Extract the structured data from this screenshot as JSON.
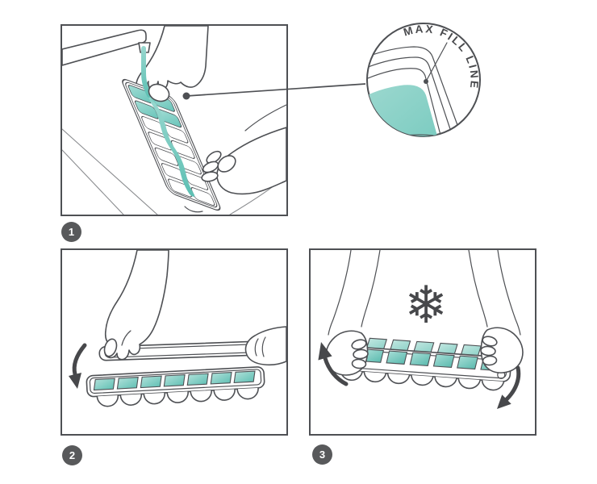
{
  "colors": {
    "line": "#4e5054",
    "line_soft": "#8a8c8f",
    "ink": "#47484b",
    "teal": "#7ccbc1",
    "teal_light": "#bce5df",
    "teal_dark": "#55b7ab",
    "badge_bg": "#58595b",
    "badge_text": "#ffffff",
    "panel_bg": "#ffffff"
  },
  "callout": {
    "label": "MAX FILL LINE"
  },
  "icons": {
    "snowflake": "❄"
  },
  "steps": [
    {
      "badge": "1"
    },
    {
      "badge": "2"
    },
    {
      "badge": "3"
    }
  ]
}
